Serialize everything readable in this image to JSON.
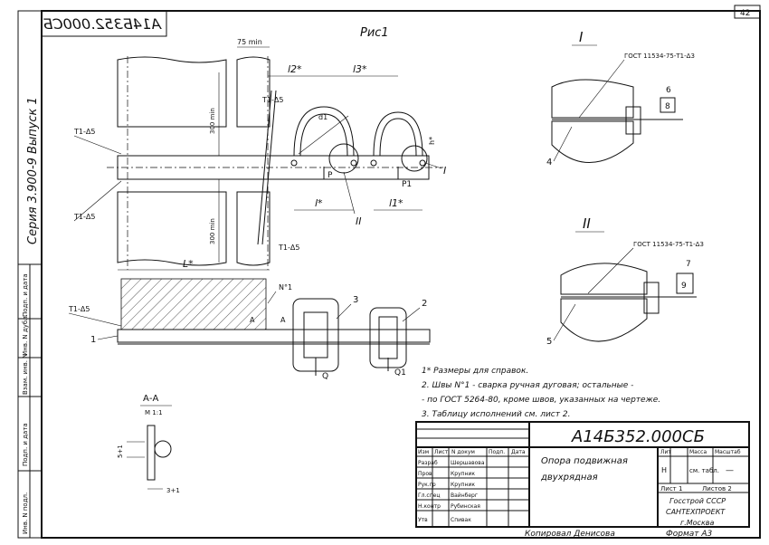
{
  "stamp_code_mirrored": "А14Б352.000СБ",
  "top_right_number": "42",
  "side_series": "Серия 3.900-9 Выпуск 1",
  "figure_title": "Рис1",
  "views": {
    "view_I": "I",
    "view_II": "II",
    "section_mark": "А-А",
    "section_scale": "М 1:1"
  },
  "dims": {
    "d75min": "75 min",
    "d300_top": "300 min",
    "d300_bottom": "300 min",
    "l2": "l2*",
    "l3": "l3*",
    "l": "l*",
    "l1": "l1*",
    "big_l": "L*",
    "d1": "d1",
    "h": "h*",
    "s5": "5+1",
    "s3": "3+1"
  },
  "weld_labels": {
    "w_top_left": "Т1-Δ5",
    "w_mid_left": "Т1-Δ5",
    "w_top_center": "Т1-Δ5",
    "w_bottom_center": "Т1-Δ5",
    "w_lower_left": "Т1-Δ5",
    "weld_no1": "N°1"
  },
  "letters": {
    "A_left": "А",
    "A_right": "А",
    "P": "P",
    "P1": "P1",
    "Q": "Q",
    "Q1": "Q1",
    "mark_I": "I",
    "mark_II": "II"
  },
  "callouts": {
    "c1": "1",
    "c2": "2",
    "c3": "3",
    "c4": "4",
    "c5": "5",
    "c6": "6",
    "c7": "7",
    "c8": "8",
    "c9": "9"
  },
  "gost_I": "ГОСТ 11534-75-Т1-Δ3",
  "gost_II": "ГОСТ 11534-75-Т1-Δ3",
  "notes": [
    "1* Размеры для справок.",
    "2. Швы N°1 - сварка ручная дуговая; остальные -",
    "- по ГОСТ 5264-80, кроме швов, указанных на чертеже.",
    "3. Таблицу исполнений см. лист 2."
  ],
  "title_block": {
    "code": "А14Б352.000СБ",
    "name_line1": "Опора подвижная",
    "name_line2": "двухрядная",
    "col_headers": [
      "Изм",
      "Лист",
      "N докум",
      "Подп.",
      "Дата"
    ],
    "rows": [
      {
        "role": "Разраб",
        "name": "Шершавова"
      },
      {
        "role": "Пров",
        "name": "Крупник"
      },
      {
        "role": "Рук.гр",
        "name": "Крупник"
      },
      {
        "role": "Гл.спец",
        "name": "Вайнберг"
      },
      {
        "role": "Н.контр",
        "name": "Рубинская"
      },
      {
        "role": "Утв",
        "name": "Спивак"
      }
    ],
    "lit": "Лит",
    "massa": "Масса",
    "masshtab": "Масштаб",
    "lit_value": "Н",
    "massa_value": "см. табл.",
    "masshtab_value": "—",
    "sheet": "Лист 1",
    "sheets": "Листов 2",
    "org1": "Госстрой СССР",
    "org2": "САНТЕХПРОЕКТ",
    "org3": "г.Москва",
    "copied": "Копировал  Денисова",
    "format": "Формат  А3"
  },
  "left_strip": [
    "Подп. и дата",
    "Инв. N дубл.",
    "Взам. инв. N",
    "Подп. и дата",
    "Инв. N подл."
  ]
}
